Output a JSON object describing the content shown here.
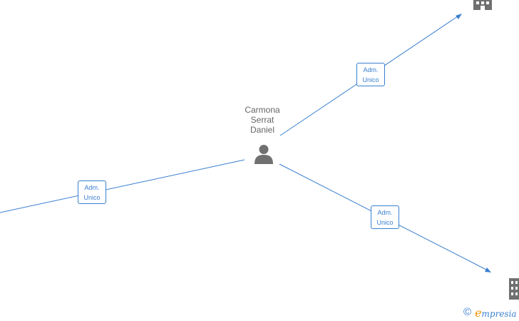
{
  "diagram": {
    "person": {
      "name_lines": [
        "Carmona",
        "Serrat",
        "Daniel"
      ],
      "icon": "person-icon"
    },
    "edges": [
      {
        "label_line1": "Adm.",
        "label_line2": "Unico",
        "target_icon": "building-icon"
      },
      {
        "label_line1": "Adm.",
        "label_line2": "Unico",
        "target_icon": "building-icon"
      },
      {
        "label_line1": "Adm.",
        "label_line2": "Unico",
        "target_icon": ""
      }
    ]
  },
  "footer": {
    "copyright_symbol": "©",
    "brand_initial": "e",
    "brand_rest": "mpresia"
  },
  "colors": {
    "edge": "#3a7fd0",
    "node_icon": "#707070",
    "brand_accent": "#f29400"
  }
}
